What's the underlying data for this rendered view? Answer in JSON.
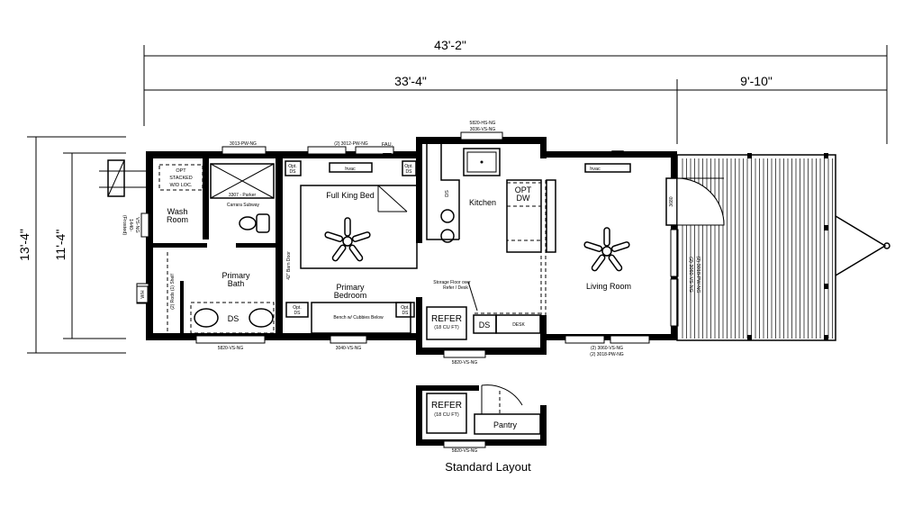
{
  "dimensions": {
    "overall_length": "43'-2\"",
    "main_length": "33'-4\"",
    "deck_length": "9'-10\"",
    "overall_width": "13'-4\"",
    "interior_width": "11'-4\""
  },
  "rooms": {
    "wash_room": [
      "Wash",
      "Room"
    ],
    "primary_bath": [
      "Primary",
      "Bath"
    ],
    "primary_bedroom": [
      "Primary",
      "Bedroom"
    ],
    "kitchen": "Kitchen",
    "living_room": "Living Room",
    "pantry": "Pantry"
  },
  "labels": {
    "opt_stacked": [
      "OPT",
      "STACKED",
      "W/D LOC."
    ],
    "shower": "3307 - Parker",
    "shower_tile": "Carrara Subway",
    "full_king_bed": "Full King Bed",
    "hvac": "hvac",
    "fau": "FAU.",
    "opt_ds": [
      "Opt.",
      "DS"
    ],
    "ds": "DS",
    "bench": "Bench w/ Cubbies Below",
    "barn_door": "42\" Barn Door",
    "rods": "(2) Rods (1) Shelf",
    "wh": "WH",
    "opt_dw": [
      "OPT",
      "DW"
    ],
    "refer": [
      "REFER",
      "(18 CU FT)"
    ],
    "storage": [
      "Storage Floor over",
      "Refer / Desk"
    ],
    "desk": "DESK",
    "door_3680": "3680"
  },
  "windows": {
    "bath_top": "3013-PW-NG",
    "bed_top": "(2) 3012-PW-NG",
    "kitchen_top": [
      "5820-HS-NG",
      "3036-VS-NG"
    ],
    "bath_bottom": "5820-VS-NG",
    "bed_bottom": "3040-VS-NG",
    "refer_bottom": "5820-VS-NG",
    "living_bottom": [
      "(2) 3060-VS-NG",
      "(2) 3018-PW-NG"
    ],
    "living_right": [
      "(2) 3060-VS-NG",
      "(2) 3018-PW-NG"
    ],
    "wash_left": [
      "(Frosted)",
      "1440-",
      "VS-NG"
    ],
    "pantry_bottom": "5820-VS-NG"
  },
  "caption": "Standard Layout"
}
